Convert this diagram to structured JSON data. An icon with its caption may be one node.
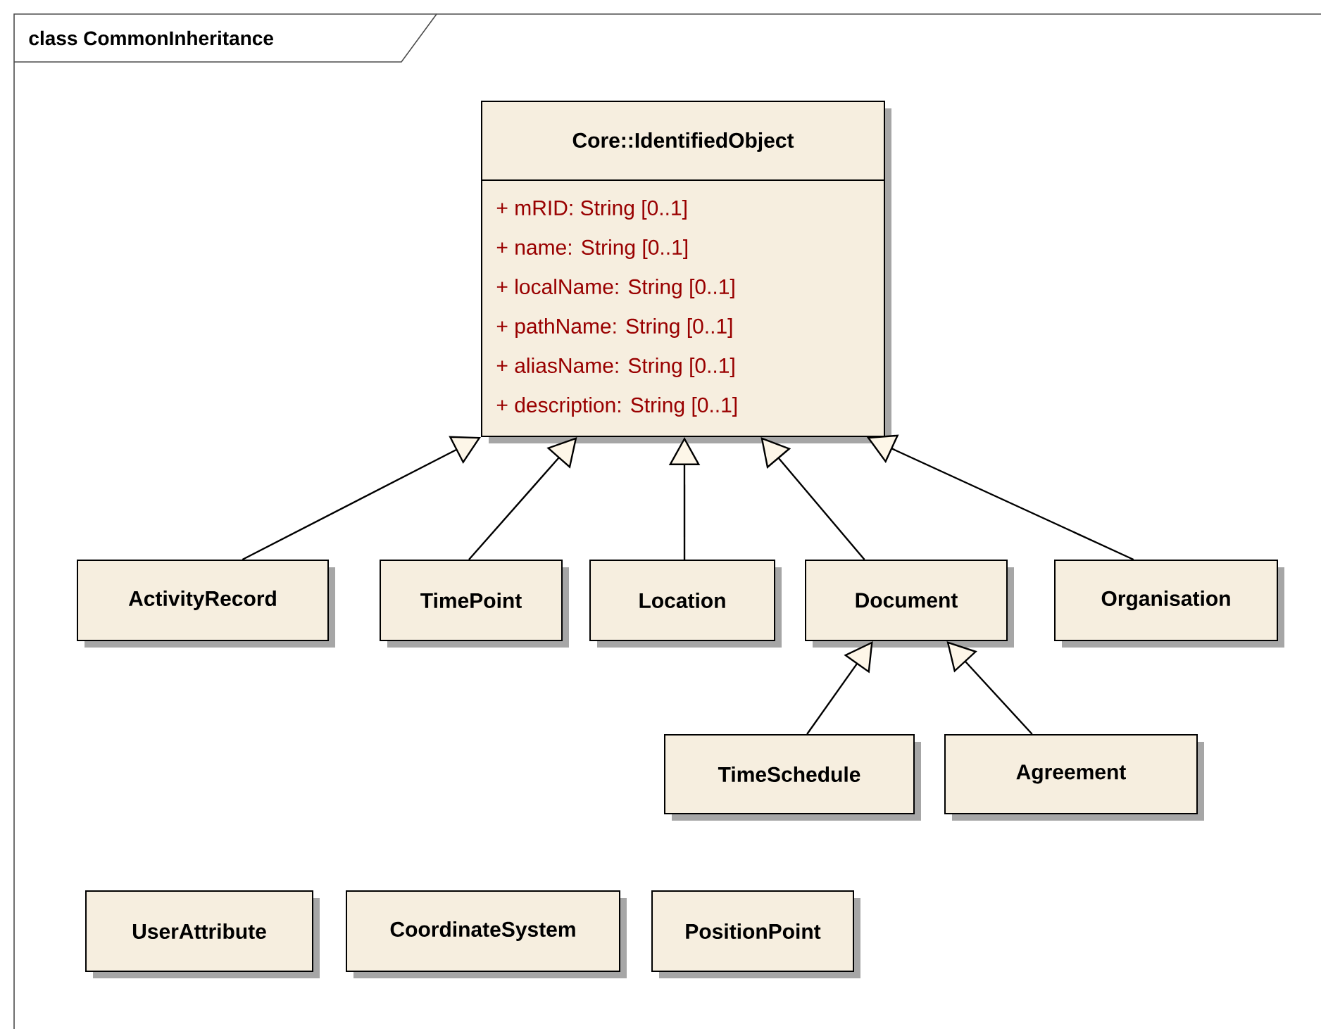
{
  "diagram": {
    "title": "class CommonInheritance",
    "nodes": [
      {
        "text": [
          "Core::IdentifiedObject",
          "+ mRID: String [0..1]",
          "+ name: String [0..1]",
          "+ localName: String [0..1]",
          "+ pathName: String [0..1]",
          "+ aliasName: String [0..1]",
          "+ description: String [0..1]"
        ]
      },
      {
        "text": [
          "ActivityRecord"
        ]
      },
      {
        "text": [
          "TimePoint"
        ]
      },
      {
        "text": [
          "Location"
        ]
      },
      {
        "text": [
          "Document"
        ]
      },
      {
        "text": [
          "Organisation"
        ]
      },
      {
        "text": [
          "TimeSchedule"
        ]
      },
      {
        "text": [
          "Agreement"
        ]
      },
      {
        "text": [
          "UserAttribute"
        ]
      },
      {
        "text": [
          "CoordinateSystem"
        ]
      },
      {
        "text": [
          "PositionPoint"
        ]
      }
    ],
    "edges": [
      {
        "from": 1,
        "to": 0,
        "arrow": "to"
      },
      {
        "from": 2,
        "to": 0,
        "arrow": "to"
      },
      {
        "from": 3,
        "to": 0,
        "arrow": "to"
      },
      {
        "from": 4,
        "to": 0,
        "arrow": "to"
      },
      {
        "from": 5,
        "to": 0,
        "arrow": "to"
      },
      {
        "from": 6,
        "to": 4,
        "arrow": "to"
      },
      {
        "from": 7,
        "to": 4,
        "arrow": "to"
      }
    ]
  }
}
